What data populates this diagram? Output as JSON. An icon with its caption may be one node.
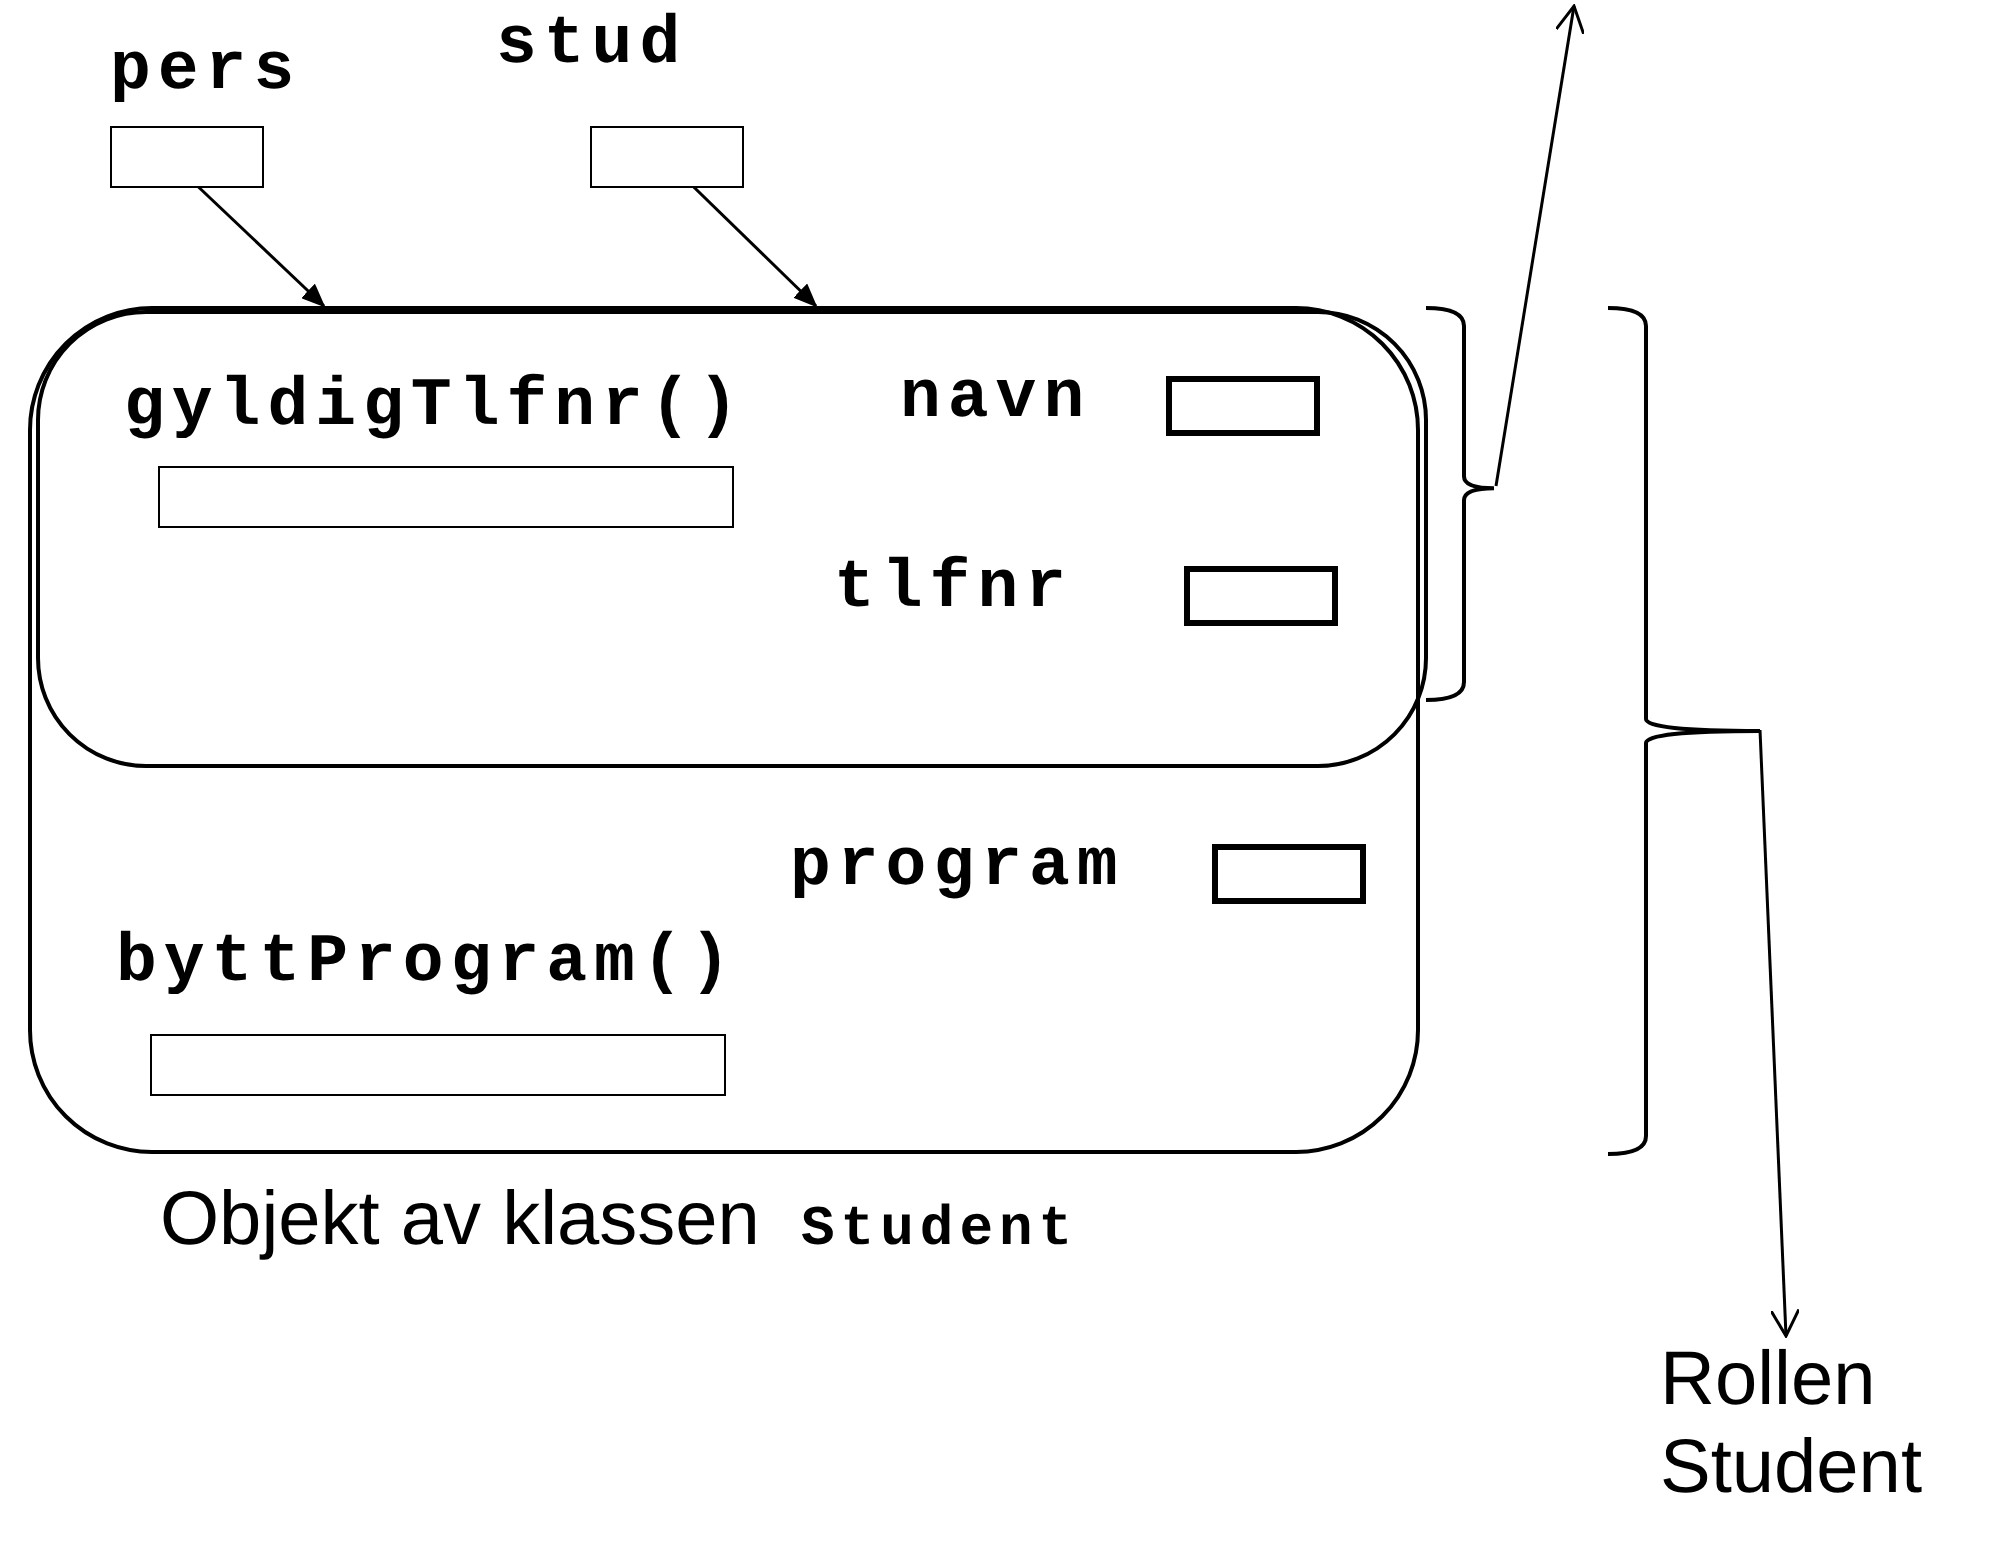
{
  "diagram": {
    "nodes": [
      {
        "text": [
          "pers"
        ]
      },
      {
        "text": [
          "stud"
        ]
      },
      {
        "text": [],
        "shape": "box",
        "beside": [
          "Objekt av klassen **Student**"
        ]
      },
      {
        "text": [],
        "shape": "box",
        "in": 2
      },
      {
        "text": [
          "gyldigTlfnr()"
        ],
        "in": 3
      },
      {
        "text": [
          "navn"
        ],
        "in": 3
      },
      {
        "text": [
          "tlfnr"
        ],
        "in": 3
      },
      {
        "text": [
          "program"
        ],
        "in": 2
      },
      {
        "text": [
          "byttProgram()"
        ],
        "in": 2
      },
      {
        "text": [],
        "shape": "bracket"
      },
      {
        "text": [],
        "shape": "bracket"
      },
      {
        "text": [
          "Rollen Student"
        ]
      }
    ],
    "edges": [
      {
        "from": 0,
        "to": 2,
        "arrow": "to"
      },
      {
        "from": 1,
        "to": 2,
        "arrow": "to"
      },
      {
        "from": 9,
        "to": null,
        "arrow": "to"
      },
      {
        "from": 10,
        "to": 11,
        "arrow": "to"
      }
    ]
  }
}
